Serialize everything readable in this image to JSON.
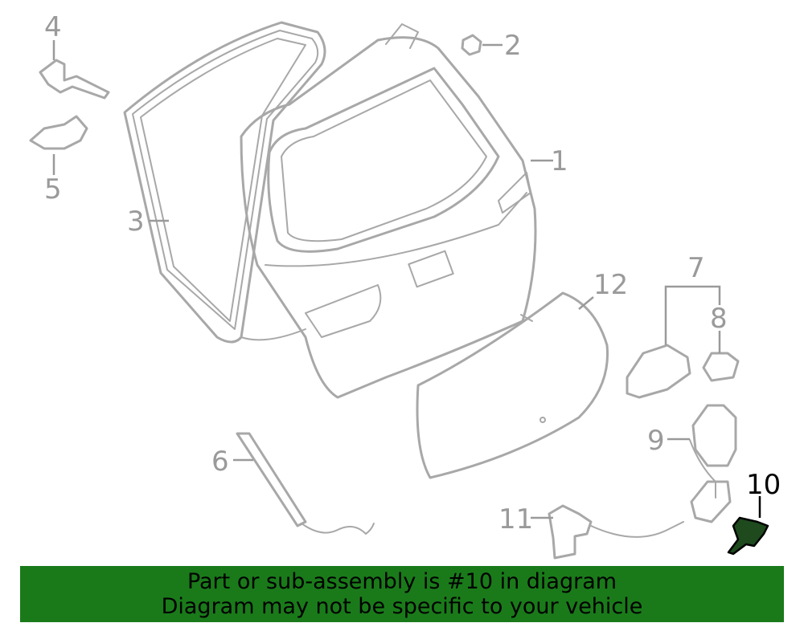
{
  "callouts": {
    "c1": "1",
    "c2": "2",
    "c3": "3",
    "c4": "4",
    "c5": "5",
    "c6": "6",
    "c7": "7",
    "c8": "8",
    "c9": "9",
    "c10": "10",
    "c11": "11",
    "c12": "12"
  },
  "highlight_part": "10",
  "colors": {
    "banner": "#1a7a1a",
    "highlight": "#000000",
    "part_lines": "#a8a8a8",
    "labels": "#9a9a9a"
  },
  "banner": {
    "line1": "Part or sub-assembly is #10 in diagram",
    "line2": "Diagram may not be specific to your vehicle"
  }
}
